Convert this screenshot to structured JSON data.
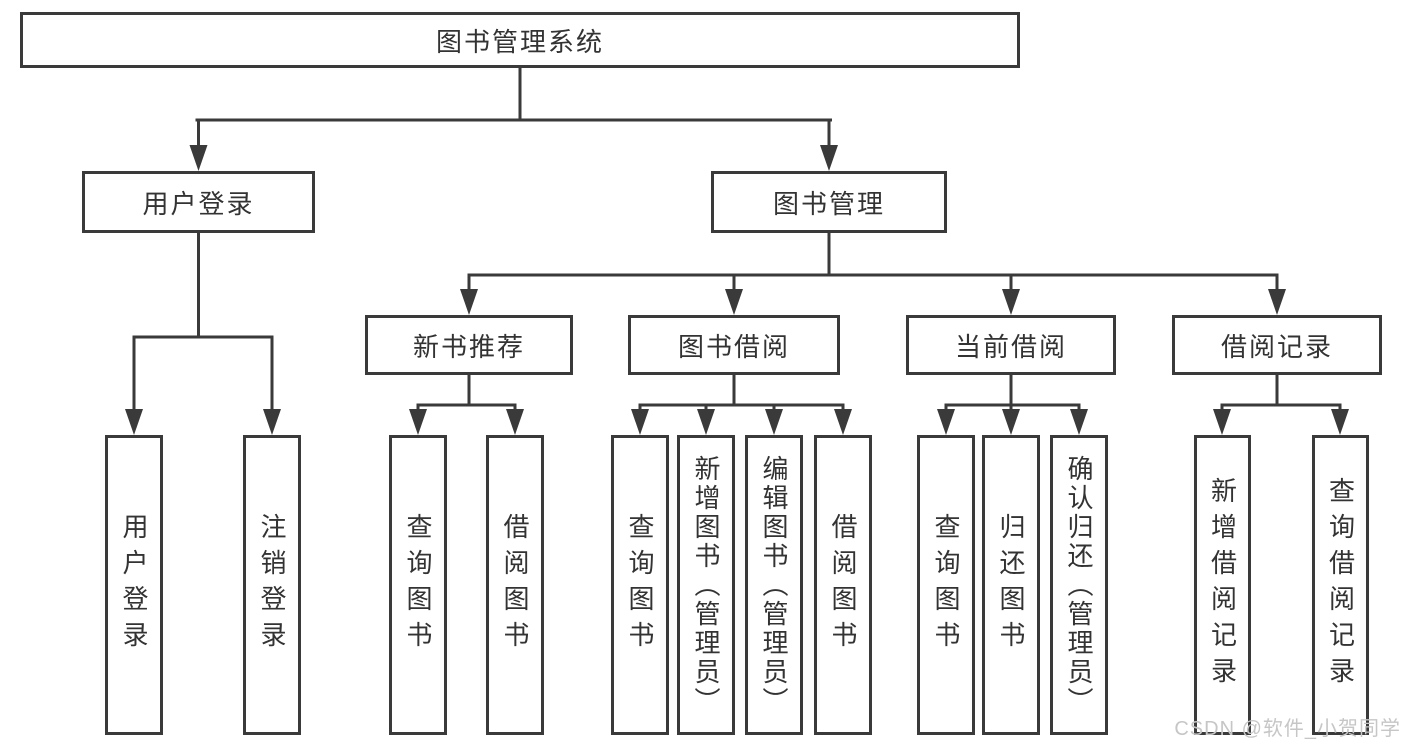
{
  "diagram": {
    "type": "hierarchy-tree",
    "orientation": "top-down",
    "colors": {
      "background": "#ffffff",
      "box_border": "#3a3a3a",
      "connector_line": "#3a3a3a",
      "text": "#333333",
      "watermark_text": "#c6c6c6"
    }
  },
  "tree": {
    "label": "图书管理系统",
    "children": [
      {
        "label": "用户登录",
        "children": [
          {
            "label": "用户登录"
          },
          {
            "label": "注销登录"
          }
        ]
      },
      {
        "label": "图书管理",
        "children": [
          {
            "label": "新书推荐",
            "children": [
              {
                "label": "查询图书"
              },
              {
                "label": "借阅图书"
              }
            ]
          },
          {
            "label": "图书借阅",
            "children": [
              {
                "label": "查询图书"
              },
              {
                "label": "新增图书（管理员）"
              },
              {
                "label": "编辑图书（管理员）"
              },
              {
                "label": "借阅图书"
              }
            ]
          },
          {
            "label": "当前借阅",
            "children": [
              {
                "label": "查询图书"
              },
              {
                "label": "归还图书"
              },
              {
                "label": "确认归还（管理员）"
              }
            ]
          },
          {
            "label": "借阅记录",
            "children": [
              {
                "label": "新增借阅记录"
              },
              {
                "label": "查询借阅记录"
              }
            ]
          }
        ]
      }
    ]
  },
  "watermark": {
    "text": "CSDN @软件_小贺同学"
  }
}
